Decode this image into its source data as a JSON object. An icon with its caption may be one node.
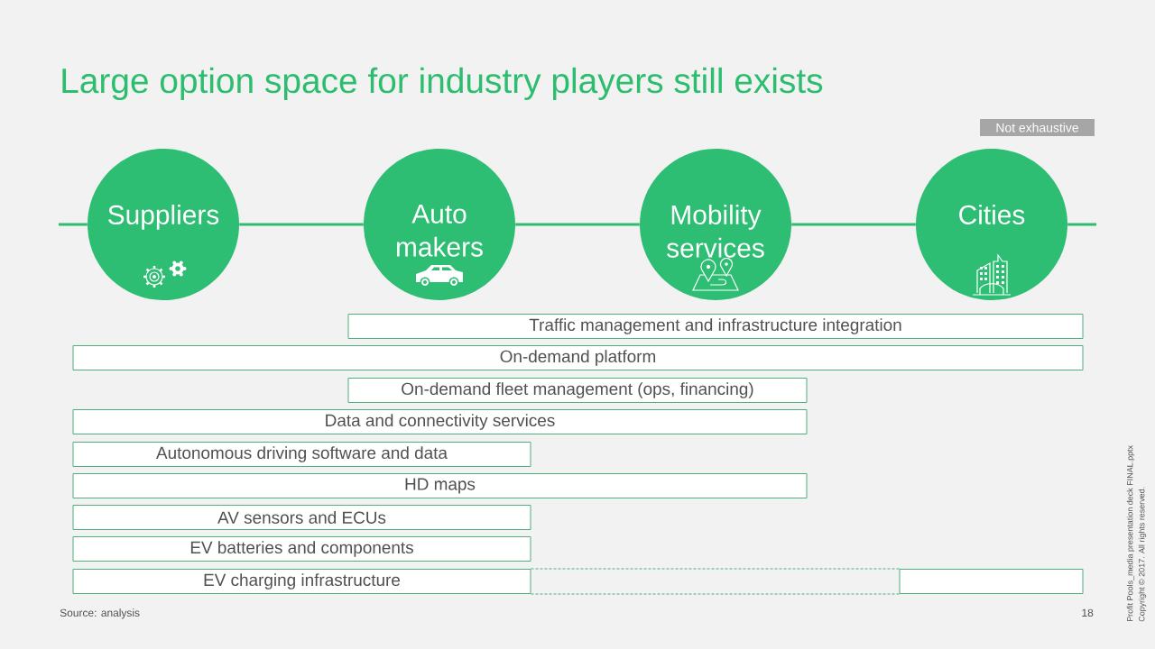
{
  "diagram": {
    "title": "Large option space for industry players still exists",
    "nodes": [
      {
        "text": [
          "Not exhaustive"
        ]
      },
      {
        "text": [
          "Suppliers"
        ]
      },
      {
        "text": [
          "Auto makers"
        ]
      },
      {
        "text": [
          "Mobility services"
        ]
      },
      {
        "text": [
          "Cities"
        ]
      },
      {
        "text": [
          "Traffic management and infrastructure integration"
        ]
      },
      {
        "text": [
          "On-demand platform"
        ]
      },
      {
        "text": [
          "On-demand fleet management (ops, financing)"
        ]
      },
      {
        "text": [
          "Data and connectivity services"
        ]
      },
      {
        "text": [
          "Autonomous driving software and data"
        ]
      },
      {
        "text": [
          "HD maps"
        ]
      },
      {
        "text": [
          "AV sensors and ECUs"
        ]
      },
      {
        "text": [
          "EV batteries and components"
        ]
      },
      {
        "text": [
          "EV charging infrastructure"
        ]
      },
      {
        "text": [],
        "shape": "box"
      }
    ],
    "edges": [
      {
        "from": null,
        "to": 1,
        "arrow": "none"
      },
      {
        "from": 1,
        "to": 2,
        "arrow": "none"
      },
      {
        "from": 2,
        "to": 3,
        "arrow": "none"
      },
      {
        "from": 3,
        "to": 4,
        "arrow": "none"
      },
      {
        "from": 4,
        "to": null,
        "arrow": "none"
      },
      {
        "from": 13,
        "to": 14,
        "arrow": "none",
        "style": "dashed"
      }
    ],
    "labels": [
      "Source: analysis",
      "18",
      "Profit Pools_media presentation deck FINAL.pptx",
      "Copyright © 2017. All rights reserved."
    ]
  }
}
